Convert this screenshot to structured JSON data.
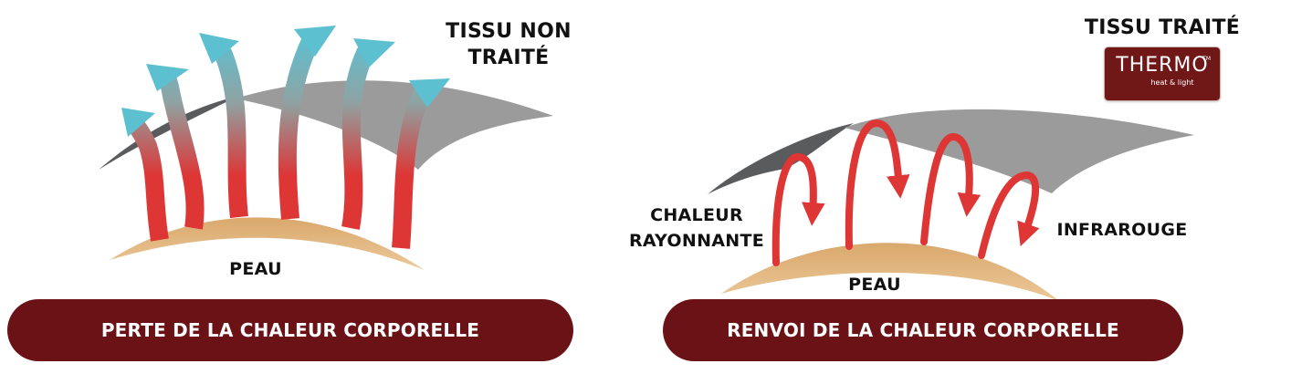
{
  "left_panel": {
    "fabric_label_line1": "TISSU NON",
    "fabric_label_line2": "TRAITÉ",
    "skin_label": "PEAU",
    "banner_text": "PERTE DE LA CHALEUR CORPORELLE"
  },
  "right_panel": {
    "fabric_label": "TISSU TRAITÉ",
    "logo_text": "THERMO",
    "logo_tm": "TM",
    "logo_subtext": "heat & light",
    "radiant_label_line1": "CHALEUR",
    "radiant_label_line2": "RAYONNANTE",
    "infrared_label": "INFRAROUGE",
    "skin_label": "PEAU",
    "banner_text": "RENVOI DE LA CHALEUR CORPORELLE"
  },
  "colors": {
    "banner": "#6b1216",
    "logo_background": "#701718",
    "heat_red": "#de3535",
    "escape_cyan": "#5cc0d1",
    "skin": "#ddb27c",
    "fabric_dark": "#5a5b5c",
    "fabric_light": "#9b9b9b"
  }
}
